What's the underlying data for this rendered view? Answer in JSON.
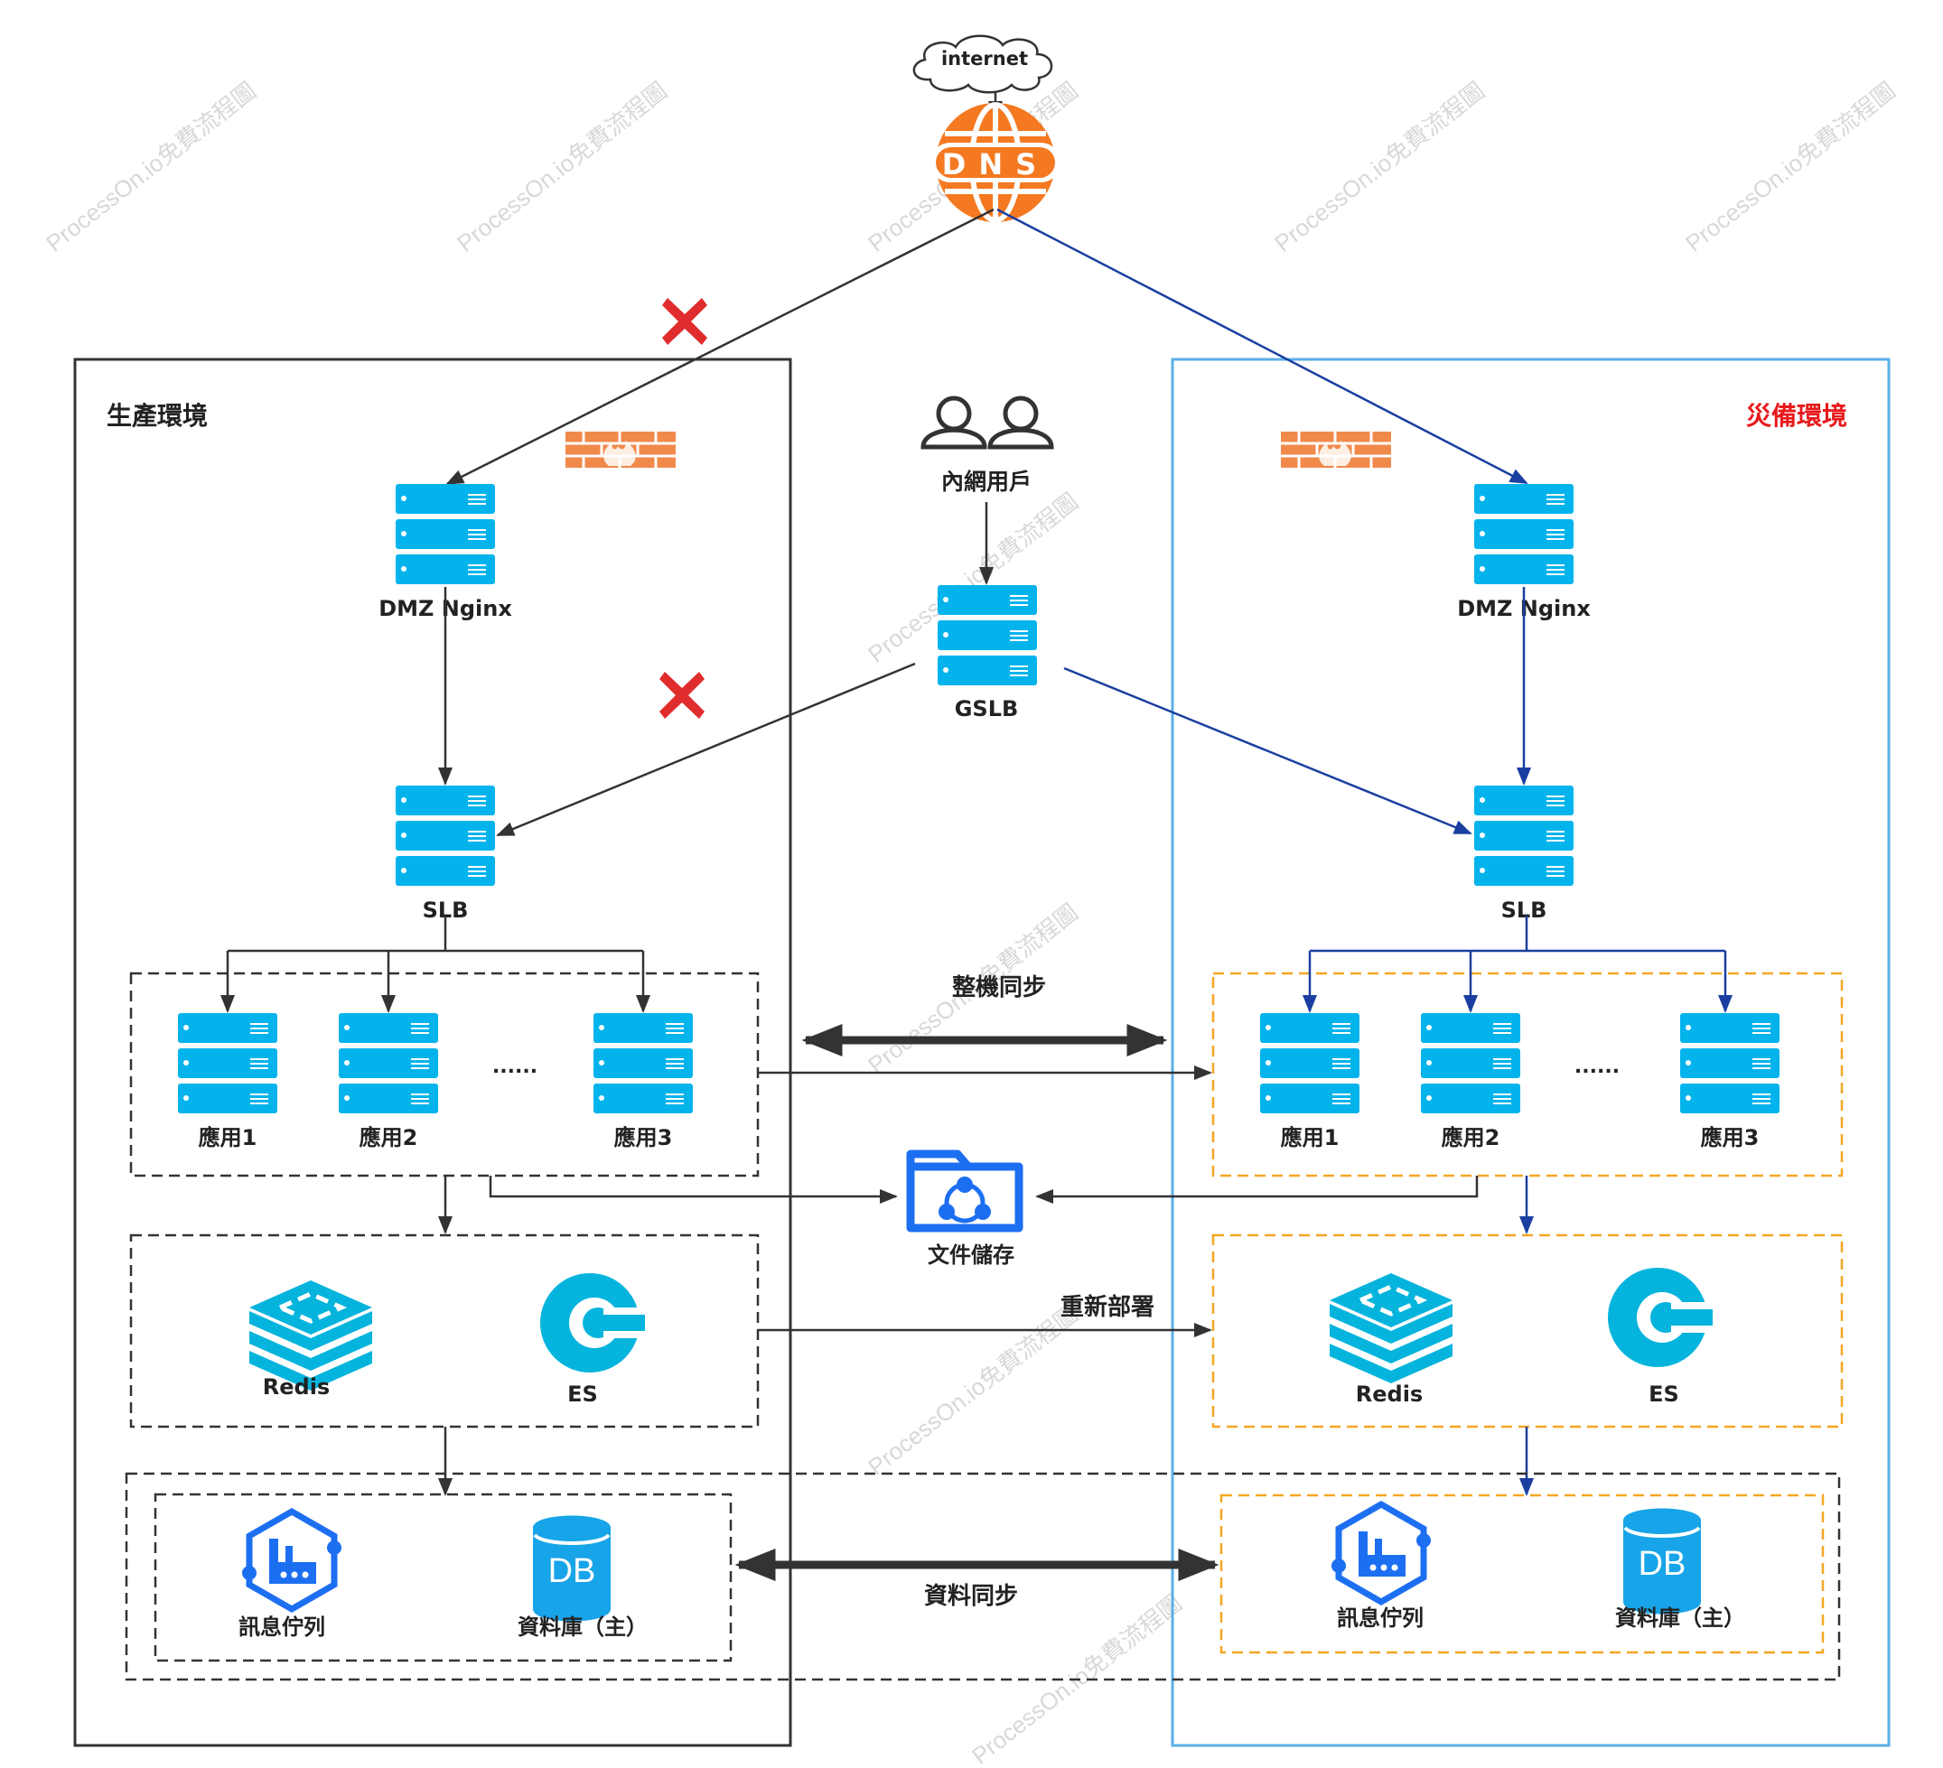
{
  "top": {
    "cloud_label": "internet",
    "dns_label": "DNS"
  },
  "zones": {
    "production": {
      "title": "生產環境"
    },
    "disaster_recovery": {
      "title": "災備環境",
      "title_color": "#e8191c",
      "border_color": "#5aaee6"
    }
  },
  "internal_users": {
    "label": "內網用戶"
  },
  "gslb": {
    "label": "GSLB"
  },
  "production": {
    "nginx_label": "DMZ Nginx",
    "slb_label": "SLB",
    "apps": [
      "應用1",
      "應用2",
      "應用3"
    ],
    "ellipsis": "......",
    "redis_label": "Redis",
    "es_label": "ES",
    "mq_label": "訊息佇列",
    "db_label": "資料庫（主）",
    "db_icon_text": "DB"
  },
  "dr": {
    "nginx_label": "DMZ Nginx",
    "slb_label": "SLB",
    "apps": [
      "應用1",
      "應用2",
      "應用3"
    ],
    "ellipsis": "......",
    "redis_label": "Redis",
    "es_label": "ES",
    "mq_label": "訊息佇列",
    "db_label": "資料庫（主）",
    "db_icon_text": "DB"
  },
  "sync": {
    "machine_sync": "整機同步",
    "file_storage": "文件儲存",
    "redeploy": "重新部署",
    "data_sync": "資料同步"
  },
  "watermark": "ProcessOn.io免費流程圖",
  "colors": {
    "server": "#03b3ec",
    "blue_link": "#1a3fa0",
    "dark_link": "#333333",
    "orange_dash": "#f5a623",
    "dns_orange": "#f47920",
    "firewall": "#f08a4b",
    "redis_es": "#05b4dd",
    "db_blue": "#17a4e8",
    "mq_blue": "#1d6ff2",
    "fail_mark": "#e02c2c"
  }
}
